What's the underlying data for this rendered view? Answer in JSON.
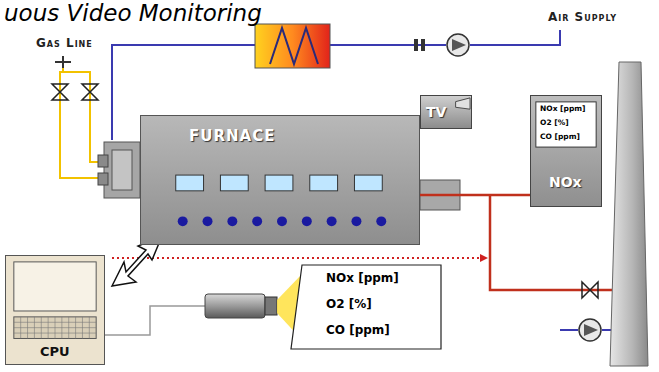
{
  "diagram": {
    "title": "uous Video Monitoring",
    "nodes": [
      {
        "text": [
          "FURNACE"
        ]
      },
      {
        "text": [
          "TV"
        ]
      },
      {
        "text": [
          "NOx [ppm]",
          "O2 [%]",
          "CO [ppm]",
          "NOx"
        ]
      },
      {
        "text": [
          "CPU"
        ]
      },
      {
        "text": [
          "NOx [ppm]",
          "O2 [%]",
          "CO [ppm]"
        ]
      }
    ],
    "edges": [
      {
        "from": 0,
        "to": 2,
        "arrow": "none"
      }
    ],
    "labels": [
      "Gas Line",
      "Air Supply"
    ]
  }
}
